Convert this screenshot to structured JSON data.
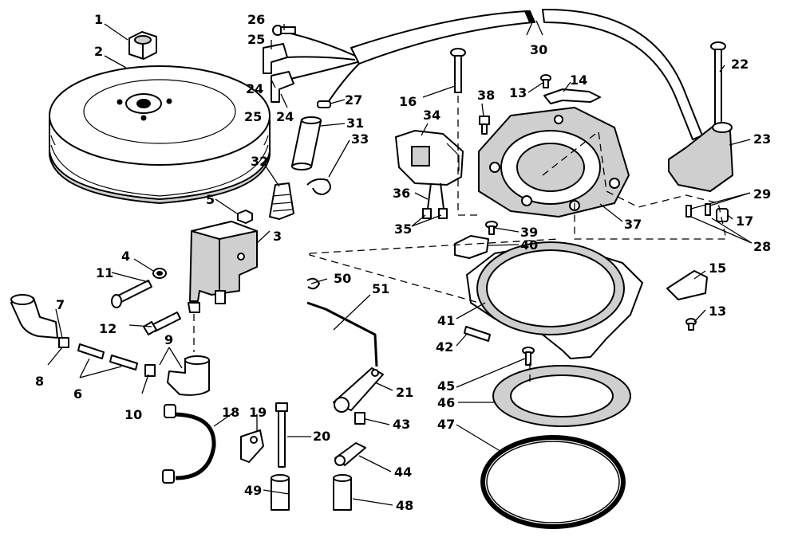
{
  "callouts": {
    "c1": "1",
    "c2": "2",
    "c3": "3",
    "c4": "4",
    "c5": "5",
    "c6": "6",
    "c7": "7",
    "c8": "8",
    "c9": "9",
    "c10": "10",
    "c11": "11",
    "c12": "12",
    "c13a": "13",
    "c13b": "13",
    "c14": "14",
    "c15": "15",
    "c16": "16",
    "c17": "17",
    "c18": "18",
    "c19": "19",
    "c20": "20",
    "c21": "21",
    "c22": "22",
    "c23": "23",
    "c24a": "24",
    "c24b": "24",
    "c25a": "25",
    "c25b": "25",
    "c26": "26",
    "c27": "27",
    "c28": "28",
    "c29": "29",
    "c30": "30",
    "c31": "31",
    "c32": "32",
    "c33": "33",
    "c34": "34",
    "c35": "35",
    "c36": "36",
    "c37": "37",
    "c38": "38",
    "c39": "39",
    "c40": "40",
    "c41": "41",
    "c42": "42",
    "c43": "43",
    "c44": "44",
    "c45": "45",
    "c46": "46",
    "c47": "47",
    "c48": "48",
    "c49": "49",
    "c50": "50",
    "c51": "51"
  },
  "style": {
    "line_color": "#000000",
    "background": "#ffffff"
  }
}
